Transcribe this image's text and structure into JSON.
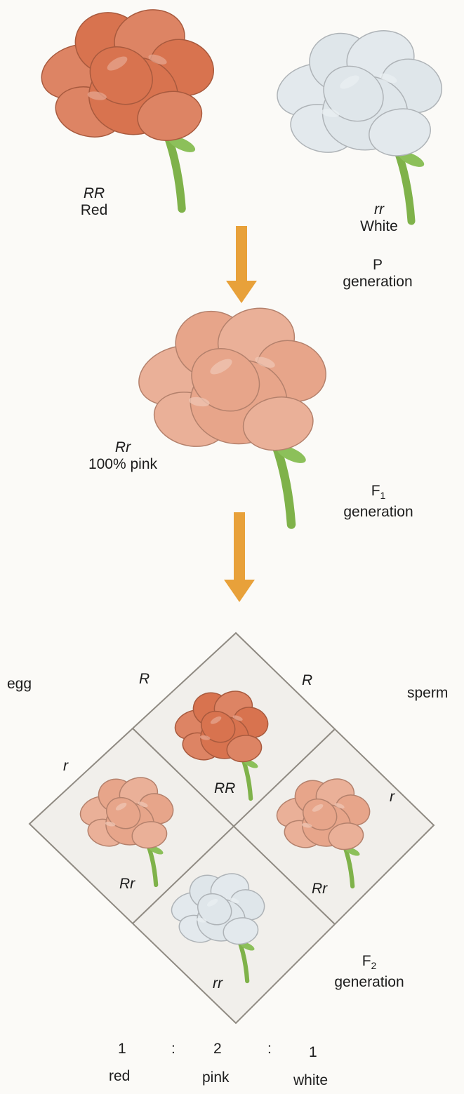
{
  "parents": {
    "red": {
      "genotype": "RR",
      "phenotype": "Red",
      "color": "#d8734f"
    },
    "white": {
      "genotype": "rr",
      "phenotype": "White",
      "color": "#dfe6ea"
    },
    "generation": {
      "letter": "P",
      "word": "generation"
    }
  },
  "f1": {
    "genotype": "Rr",
    "phenotype": "100% pink",
    "color": "#e7a58a",
    "generation": {
      "letter": "F",
      "subscript": "1",
      "word": "generation"
    }
  },
  "punnett": {
    "egg_label": "egg",
    "sperm_label": "sperm",
    "egg_alleles": [
      "R",
      "r"
    ],
    "sperm_alleles": [
      "R",
      "r"
    ],
    "cells": {
      "top": "RR",
      "left": "Rr",
      "right": "Rr",
      "bottom": "rr"
    }
  },
  "f2": {
    "generation": {
      "letter": "F",
      "subscript": "2",
      "word": "generation"
    },
    "ratio": {
      "red_count": "1",
      "pink_count": "2",
      "white_count": "1",
      "separator": ":",
      "red_word": "red",
      "pink_word": "pink",
      "white_word": "white"
    }
  },
  "colors": {
    "arrow": "#e8a13a",
    "stem": "#7fb24a",
    "leaf": "#8cc05a",
    "grid_line": "#8f8a82",
    "grid_fill": "#f1efeb"
  }
}
